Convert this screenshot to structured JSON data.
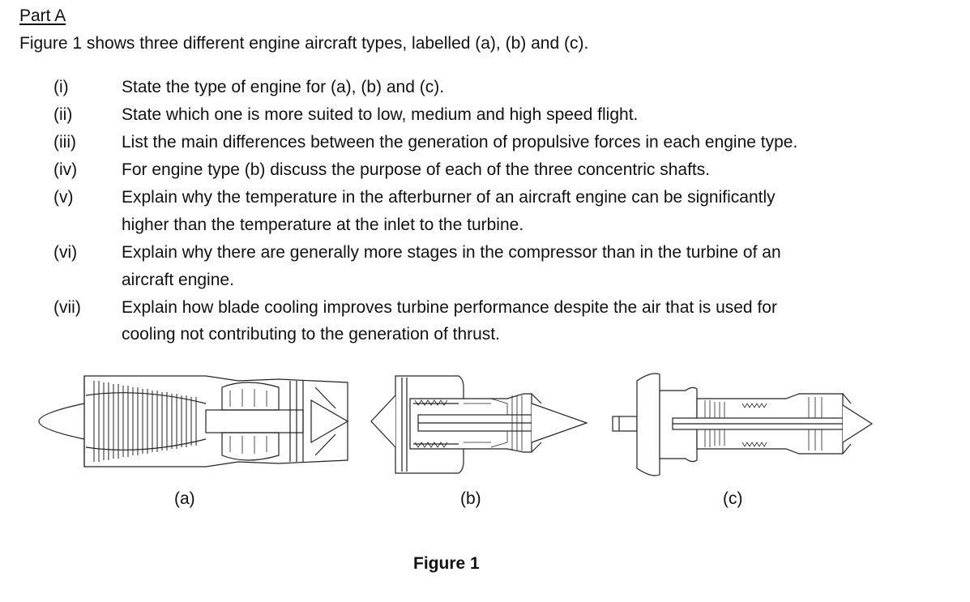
{
  "section": {
    "heading": "Part A"
  },
  "intro": "Figure 1 shows three different engine aircraft types, labelled (a), (b) and (c).",
  "questions": [
    {
      "num": "(i)",
      "lines": [
        "State the type of engine for (a), (b) and (c)."
      ]
    },
    {
      "num": "(ii)",
      "lines": [
        "State which one is more suited to low, medium and high speed flight."
      ]
    },
    {
      "num": "(iii)",
      "lines": [
        "List the main differences between the generation of propulsive forces in each engine type."
      ]
    },
    {
      "num": "(iv)",
      "lines": [
        "For engine type (b) discuss the purpose of each of the three concentric shafts."
      ]
    },
    {
      "num": "(v)",
      "lines": [
        "Explain why the temperature in the afterburner of an aircraft engine can be significantly",
        "higher than the temperature at the inlet to the turbine."
      ]
    },
    {
      "num": "(vi)",
      "lines": [
        "Explain why there are generally more stages in the compressor than in the turbine of an",
        "aircraft engine."
      ]
    },
    {
      "num": "(vii)",
      "lines": [
        "Explain how blade cooling improves turbine performance despite the air that is used for",
        "cooling not contributing to the generation of thrust."
      ]
    }
  ],
  "figure": {
    "caption": "Figure 1",
    "labels": {
      "a": "(a)",
      "b": "(b)",
      "c": "(c)"
    }
  }
}
